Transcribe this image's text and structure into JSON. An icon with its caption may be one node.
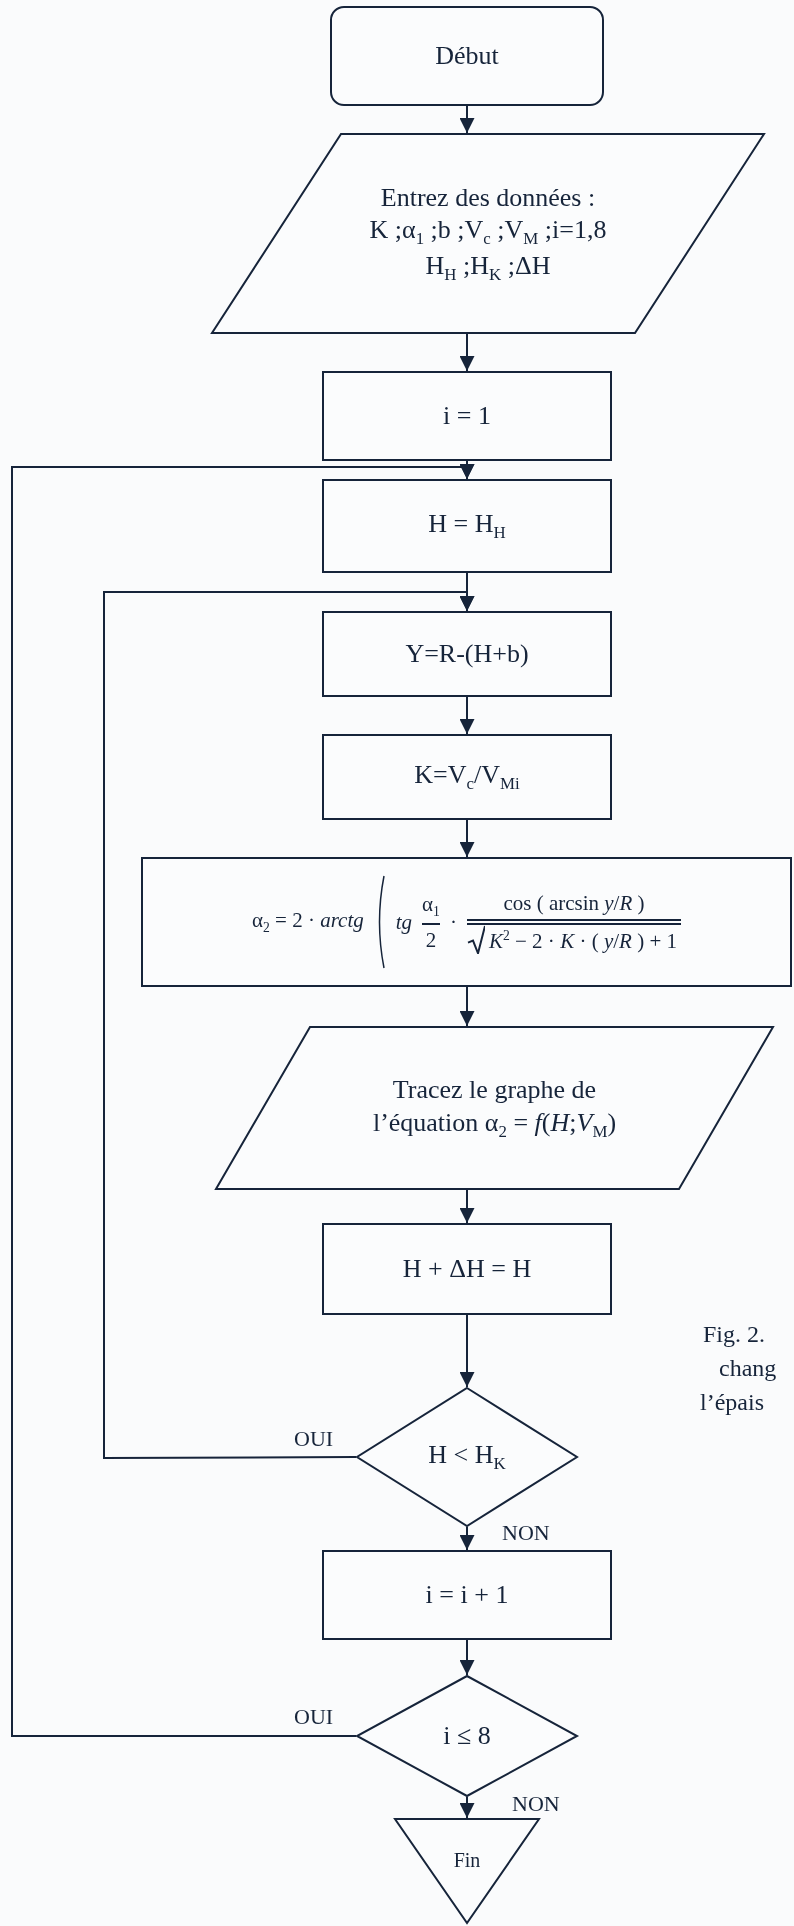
{
  "diagram": {
    "nodes": [
      {
        "text": [
          "Début"
        ]
      },
      {
        "text": [
          "Entrez des données :",
          "K ;α$_{1}$ ;b ;V$_{c}$ ;V$_{M}$ ;i=1,8",
          "H$_{H}$ ;H$_{K}$ ;ΔH"
        ]
      },
      {
        "text": [
          "i = 1"
        ]
      },
      {
        "text": [
          "H  = H$_{H}$"
        ]
      },
      {
        "text": [
          "Y=R-(H+b)"
        ]
      },
      {
        "text": [
          "K=V$_{c}$/V$_{Mi}$"
        ]
      },
      {
        "text": [
          "α$_{2}$ = 2 · *arctg*",
          "*tg*",
          "α$_{1}$",
          "2",
          "·",
          "cos ( arcsin *y*/*R* )",
          "*K*$^{2}$ − 2 · *K* · ( *y*/*R* ) + 1"
        ]
      },
      {
        "text": [
          "Tracez le graphe de",
          "l’équation α$_{2}$ = *f*(*H*;*V*$_{M}$)"
        ]
      },
      {
        "text": [
          "H + ΔH = H"
        ]
      },
      {
        "text": [
          "H < H$_{K}$"
        ]
      },
      {
        "text": [
          "i = i + 1"
        ]
      },
      {
        "text": [
          "i ≤ 8"
        ]
      },
      {
        "text": [
          "Fin"
        ]
      }
    ],
    "edges": [
      {
        "from": 0,
        "to": 1,
        "arrow": "to"
      },
      {
        "from": 1,
        "to": 2,
        "arrow": "to"
      },
      {
        "from": 2,
        "to": 3,
        "arrow": "to"
      },
      {
        "from": 3,
        "to": 4,
        "arrow": "to"
      },
      {
        "from": 4,
        "to": 5,
        "arrow": "to"
      },
      {
        "from": 5,
        "to": 6,
        "arrow": "to"
      },
      {
        "from": 6,
        "to": 7,
        "arrow": "to"
      },
      {
        "from": 7,
        "to": 8,
        "arrow": "to"
      },
      {
        "from": 8,
        "to": 9,
        "arrow": "to"
      },
      {
        "from": 9,
        "to": 4,
        "arrow": "to",
        "label": "OUI"
      },
      {
        "from": 9,
        "to": 10,
        "arrow": "to",
        "label": "NON"
      },
      {
        "from": 10,
        "to": 11,
        "arrow": "to"
      },
      {
        "from": 11,
        "to": 3,
        "arrow": "to",
        "label": "OUI"
      },
      {
        "from": 11,
        "to": 12,
        "arrow": "to",
        "label": "NON"
      }
    ],
    "labels": [
      "Fig. 2.",
      "chang",
      "l’épais"
    ]
  }
}
